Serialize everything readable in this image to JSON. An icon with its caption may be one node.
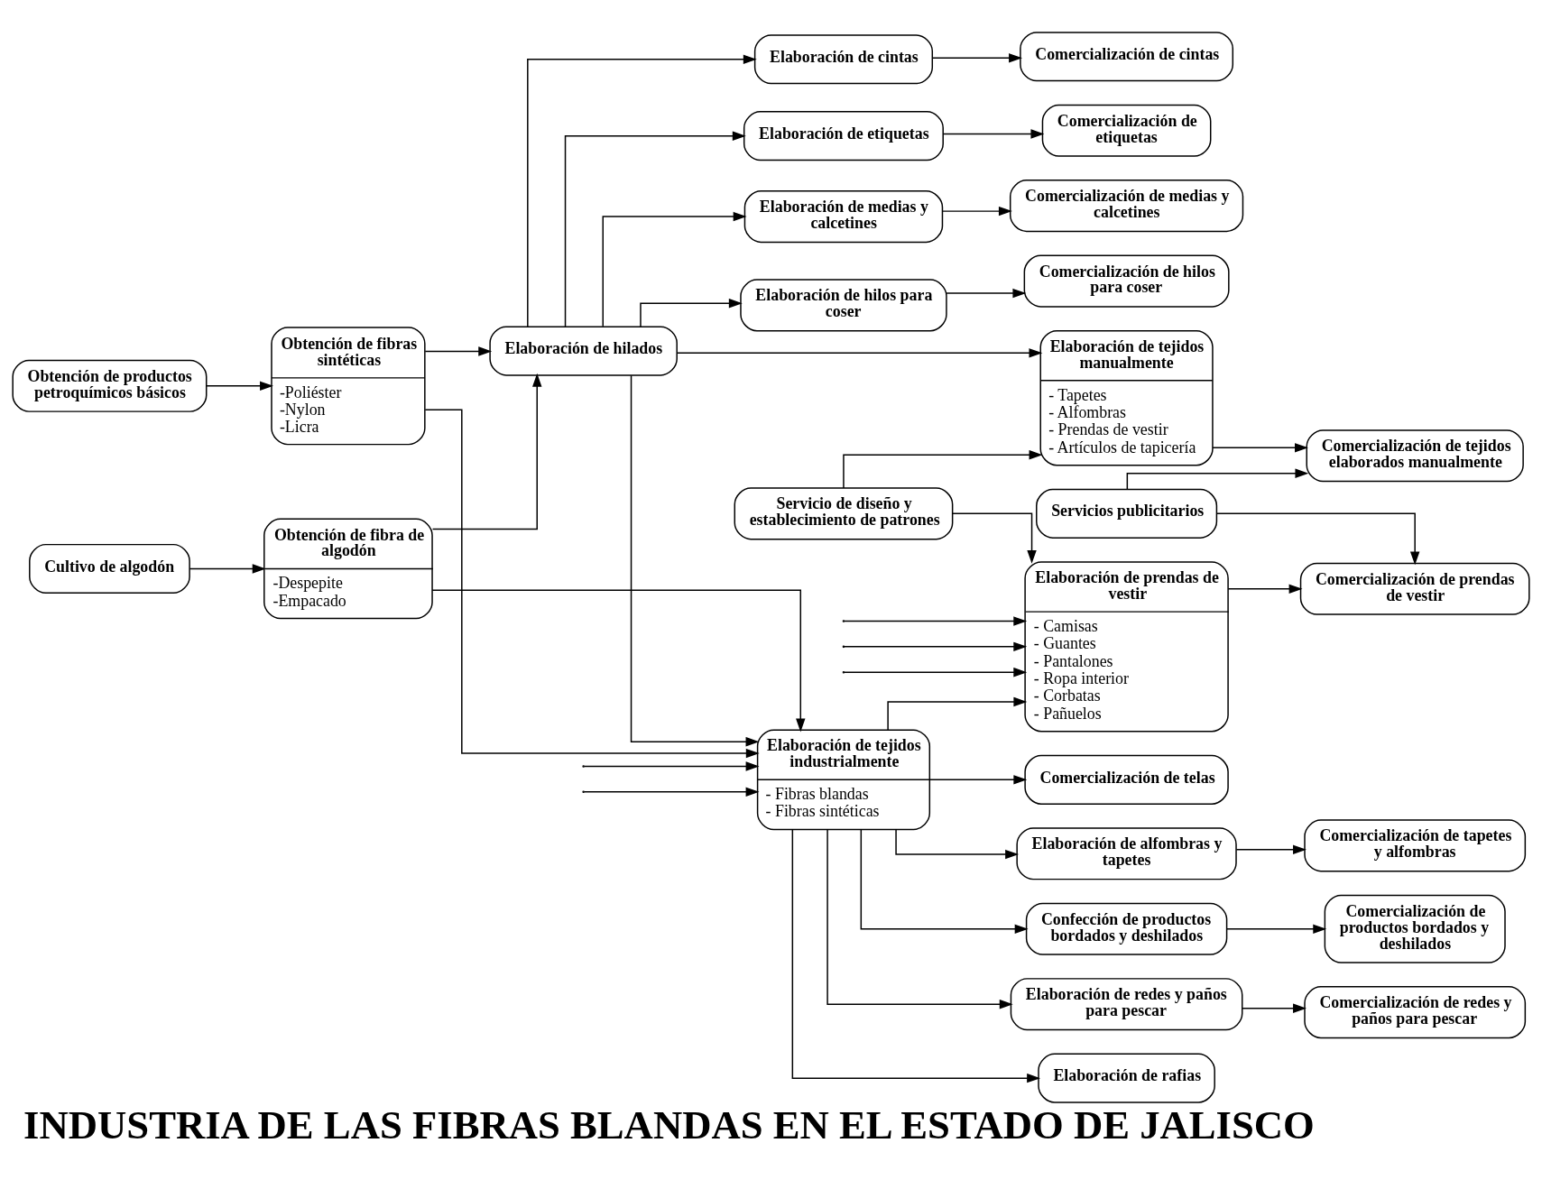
{
  "diagram": {
    "title": "INDUSTRIA DE LAS FIBRAS BLANDAS EN EL ESTADO DE JALISCO",
    "nodes": [
      {
        "text": [
          "Cultivo de algodón"
        ]
      },
      {
        "text": [
          "Obtención de fibra de algodón",
          "-Despepite -Empacado"
        ]
      },
      {
        "text": [
          "Obtención de productos petroquímicos básicos"
        ]
      },
      {
        "text": [
          "Obtención de fibras sintéticas",
          "-Poliéster -Nylon -Licra"
        ]
      },
      {
        "text": [
          "Elaboración de hilados"
        ]
      },
      {
        "text": [
          "Elaboración de cintas"
        ]
      },
      {
        "text": [
          "Comercialización de cintas"
        ]
      },
      {
        "text": [
          "Elaboración de etiquetas"
        ]
      },
      {
        "text": [
          "Comercialización de etiquetas"
        ]
      },
      {
        "text": [
          "Elaboración de medias y calcetines"
        ]
      },
      {
        "text": [
          "Comercialización de medias y calcetines"
        ]
      },
      {
        "text": [
          "Elaboración de hilos para coser"
        ]
      },
      {
        "text": [
          "Comercialización de hilos para coser"
        ]
      },
      {
        "text": [
          "Elaboración de tejidos manualmente",
          "- Tapetes - Alfombras - Prendas de vestir - Artículos de tapicería"
        ]
      },
      {
        "text": [
          "Comercialización de tejidos elaborados manualmente"
        ]
      },
      {
        "text": [
          "Servicio de diseño y establecimiento de patrones"
        ]
      },
      {
        "text": [
          "Servicios publicitarios"
        ]
      },
      {
        "text": [
          "Elaboración de tejidos industrialmente",
          "- Fibras blandas - Fibras sintéticas"
        ]
      },
      {
        "text": [
          "Elaboración de prendas de vestir",
          "- Camisas - Guantes - Pantalones - Ropa interior - Corbatas - Pañuelos"
        ]
      },
      {
        "text": [
          "Comercialización de prendas de vestir"
        ]
      },
      {
        "text": [
          "Elaboración de alfombras y tapetes"
        ]
      },
      {
        "text": [
          "Comercialización de tapetes y alfombras"
        ]
      },
      {
        "text": [
          "Confección de productos bordados y deshilados"
        ]
      },
      {
        "text": [
          "Comercialización de productos bordados y deshilados"
        ]
      },
      {
        "text": [
          "Elaboración de redes y paños para pescar"
        ]
      },
      {
        "text": [
          "Comercialización de redes y paños para pescar"
        ]
      },
      {
        "text": [
          "Elaboración de rafias"
        ]
      },
      {
        "text": [
          "Comercialización de telas"
        ]
      }
    ],
    "edges": [
      {
        "from": 0,
        "to": 1,
        "arrow": "to"
      },
      {
        "from": 2,
        "to": 3,
        "arrow": "to"
      },
      {
        "from": 1,
        "to": 4,
        "arrow": "to"
      },
      {
        "from": 3,
        "to": 4,
        "arrow": "to"
      },
      {
        "from": 1,
        "to": 17,
        "arrow": "to"
      },
      {
        "from": 3,
        "to": 17,
        "arrow": "to"
      },
      {
        "from": 4,
        "to": 5,
        "arrow": "to"
      },
      {
        "from": 4,
        "to": 7,
        "arrow": "to"
      },
      {
        "from": 4,
        "to": 9,
        "arrow": "to"
      },
      {
        "from": 4,
        "to": 11,
        "arrow": "to"
      },
      {
        "from": 4,
        "to": 13,
        "arrow": "to"
      },
      {
        "from": 4,
        "to": 17,
        "arrow": "to"
      },
      {
        "from": 5,
        "to": 6,
        "arrow": "to"
      },
      {
        "from": 7,
        "to": 8,
        "arrow": "to"
      },
      {
        "from": 9,
        "to": 10,
        "arrow": "to"
      },
      {
        "from": 11,
        "to": 12,
        "arrow": "to"
      },
      {
        "from": 13,
        "to": 14,
        "arrow": "to"
      },
      {
        "from": 15,
        "to": 13,
        "arrow": "to"
      },
      {
        "from": 15,
        "to": 18,
        "arrow": "to"
      },
      {
        "from": 16,
        "to": 14,
        "arrow": "to"
      },
      {
        "from": 16,
        "to": 19,
        "arrow": "to"
      },
      {
        "from": 17,
        "to": 18,
        "arrow": "to"
      },
      {
        "from": 17,
        "to": 20,
        "arrow": "to"
      },
      {
        "from": 17,
        "to": 22,
        "arrow": "to"
      },
      {
        "from": 17,
        "to": 24,
        "arrow": "to"
      },
      {
        "from": 17,
        "to": 26,
        "arrow": "to"
      },
      {
        "from": 17,
        "to": 27,
        "arrow": "to"
      },
      {
        "from": 18,
        "to": 19,
        "arrow": "to"
      },
      {
        "from": 20,
        "to": 21,
        "arrow": "to"
      },
      {
        "from": 22,
        "to": 23,
        "arrow": "to"
      },
      {
        "from": 24,
        "to": 25,
        "arrow": "to"
      },
      {
        "from": null,
        "to": 17,
        "arrow": "to"
      },
      {
        "from": null,
        "to": 17,
        "arrow": "to"
      },
      {
        "from": null,
        "to": 18,
        "arrow": "to"
      },
      {
        "from": null,
        "to": 18,
        "arrow": "to"
      },
      {
        "from": null,
        "to": 18,
        "arrow": "to"
      }
    ]
  }
}
